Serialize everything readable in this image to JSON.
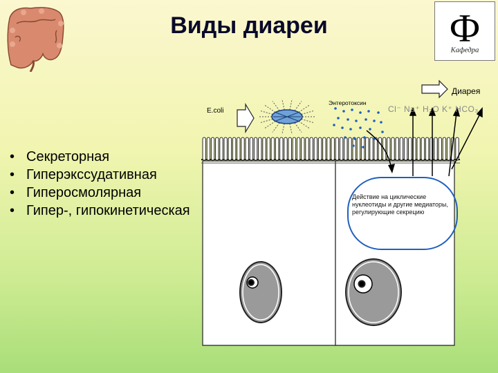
{
  "title": "Виды диареи",
  "bullets": [
    "Секреторная",
    "Гиперэкссудативная",
    "Гиперосмолярная",
    "Гипер-, гипокинетическая"
  ],
  "bullet_symbol": "•",
  "diagram": {
    "ecoli_label": "E.coli",
    "enterotoxin_label": "Энтеротоксин",
    "diarrhea_label": "Диарея",
    "ions": "Cl⁻  Na⁺ H₂O  K⁺   HCO₃",
    "annotation": "Действие на циклические нуклеотиды и другие медиаторы, регулирующие секрецию"
  },
  "logo": {
    "letter": "Ф",
    "caption": "Кафедра"
  }
}
